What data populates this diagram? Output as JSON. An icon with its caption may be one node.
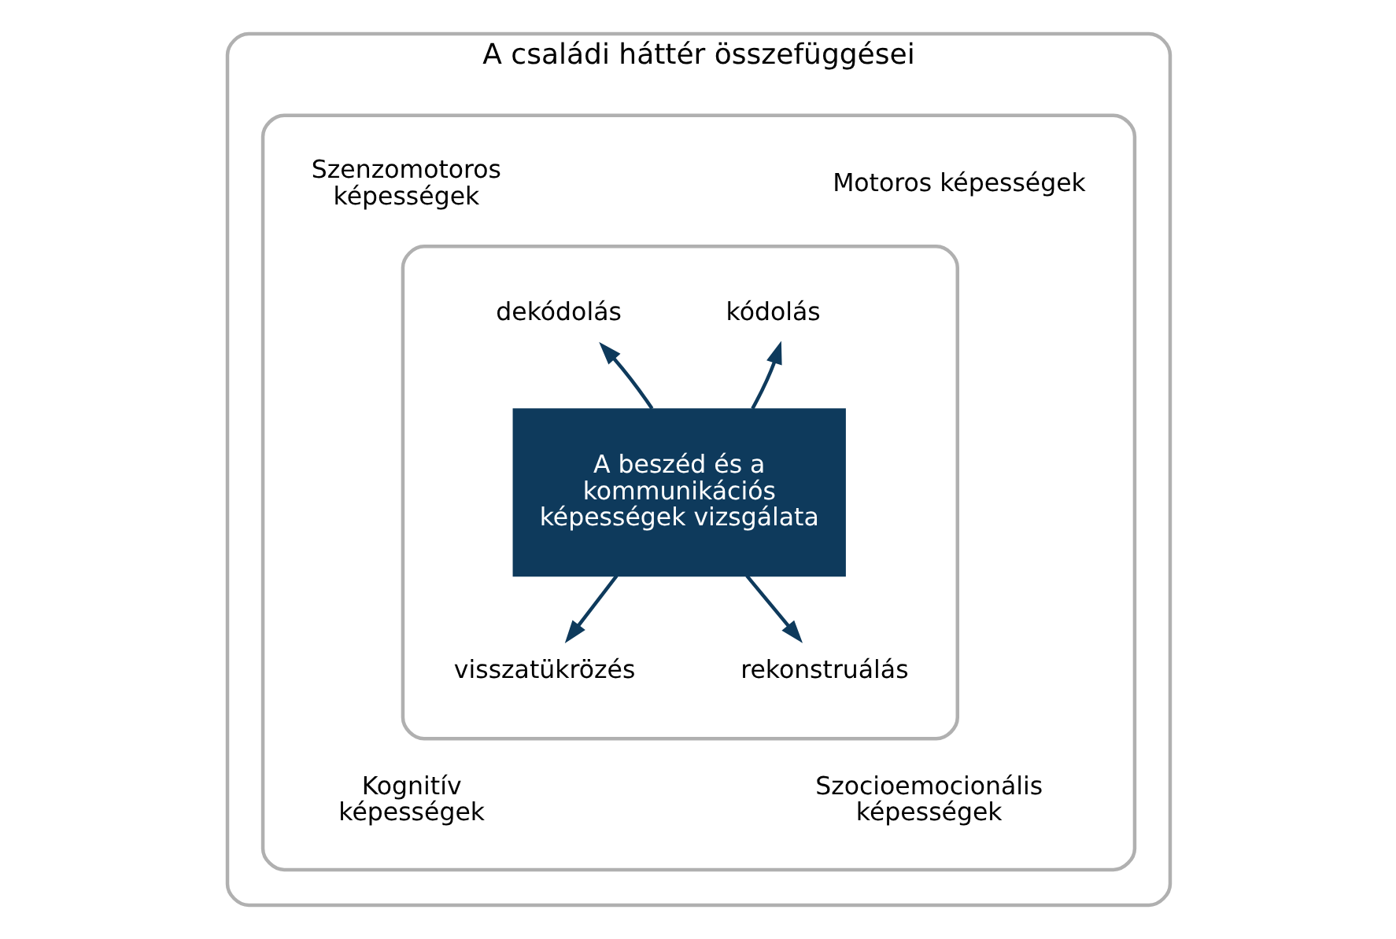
{
  "diagram": {
    "nodes": [
      {
        "text": [
          "A családi háttér összefüggései"
        ]
      },
      {
        "text": [],
        "shape": "box",
        "in": 0
      },
      {
        "text": [],
        "shape": "box",
        "in": 1
      },
      {
        "text": [
          "dekódolás"
        ],
        "in": 2
      },
      {
        "text": [
          "kódolás"
        ],
        "in": 2
      },
      {
        "text": [
          "A beszéd és a kommunikációs képességek vizsgálata"
        ],
        "in": 2
      },
      {
        "text": [
          "visszatükrözés"
        ],
        "in": 2
      },
      {
        "text": [
          "rekonstruálás"
        ],
        "in": 2
      }
    ],
    "edges": [
      {
        "from": 5,
        "to": 3,
        "arrow": "to"
      },
      {
        "from": 5,
        "to": 4,
        "arrow": "to"
      },
      {
        "from": 5,
        "to": 6,
        "arrow": "to"
      },
      {
        "from": 5,
        "to": 7,
        "arrow": "to"
      }
    ],
    "labels": [
      "Szenzomotoros képességek",
      "Motoros képességek",
      "Kognitív képességek",
      "Szocioemocionális képességek"
    ]
  }
}
